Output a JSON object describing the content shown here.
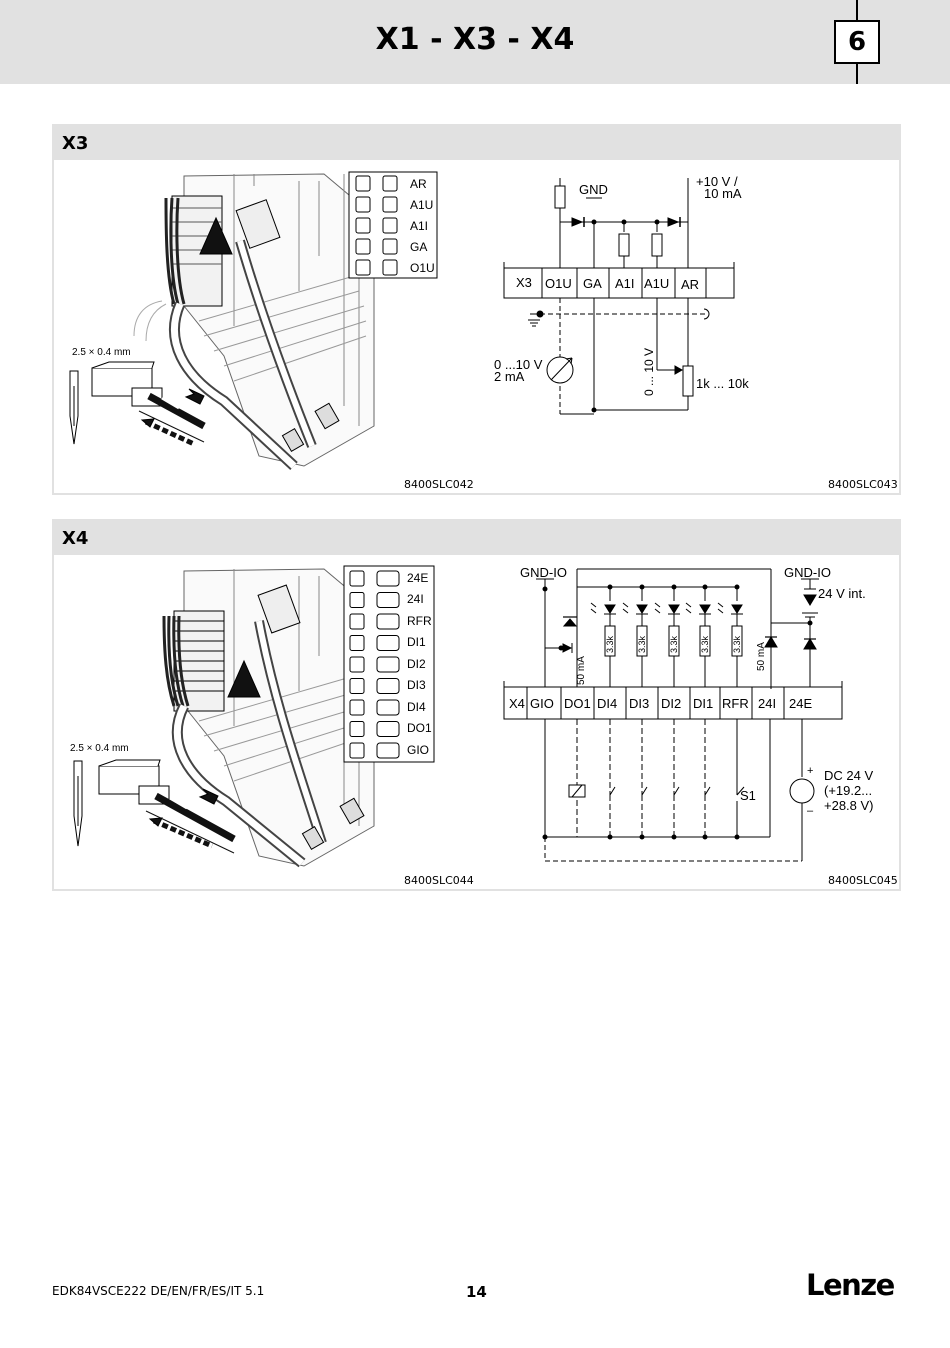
{
  "header": {
    "title": "X1 - X3 - X4",
    "chapter": "6"
  },
  "x3": {
    "title": "X3",
    "screwdriver": "2.5 × 0.4 mm",
    "legend": [
      "AR",
      "A1U",
      "A1I",
      "GA",
      "O1U"
    ],
    "terminal_label": "X3",
    "terminals": [
      "O1U",
      "GA",
      "A1I",
      "A1U",
      "AR"
    ],
    "gnd": "GND",
    "supply_line1": "+10 V /",
    "supply_line2": "10 mA",
    "meter_line1": "0 ...10 V",
    "meter_line2": "2 mA",
    "pot_voltage": "0 ... 10 V",
    "pot_value": "1k ... 10k",
    "caption_left": "8400SLC042",
    "caption_right": "8400SLC043"
  },
  "x4": {
    "title": "X4",
    "screwdriver": "2.5 × 0.4 mm",
    "legend": [
      "24E",
      "24I",
      "RFR",
      "DI1",
      "DI2",
      "DI3",
      "DI4",
      "DO1",
      "GIO"
    ],
    "terminal_label": "X4",
    "terminals": [
      "GIO",
      "DO1",
      "DI4",
      "DI3",
      "DI2",
      "DI1",
      "RFR",
      "24I",
      "24E"
    ],
    "gnd_left": "GND-IO",
    "gnd_right": "GND-IO",
    "int_supply": "24 V int.",
    "resistor": "3.3k",
    "current": "50 mA",
    "switch": "S1",
    "dc_line1": "DC 24 V",
    "dc_line2": "(+19.2...",
    "dc_line3": "+28.8 V)",
    "plus": "+",
    "minus": "–",
    "caption_left": "8400SLC044",
    "caption_right": "8400SLC045"
  },
  "footer": {
    "doc": "EDK84VSCE222  DE/EN/FR/ES/IT  5.1",
    "page": "14",
    "logo": "Lenze"
  }
}
